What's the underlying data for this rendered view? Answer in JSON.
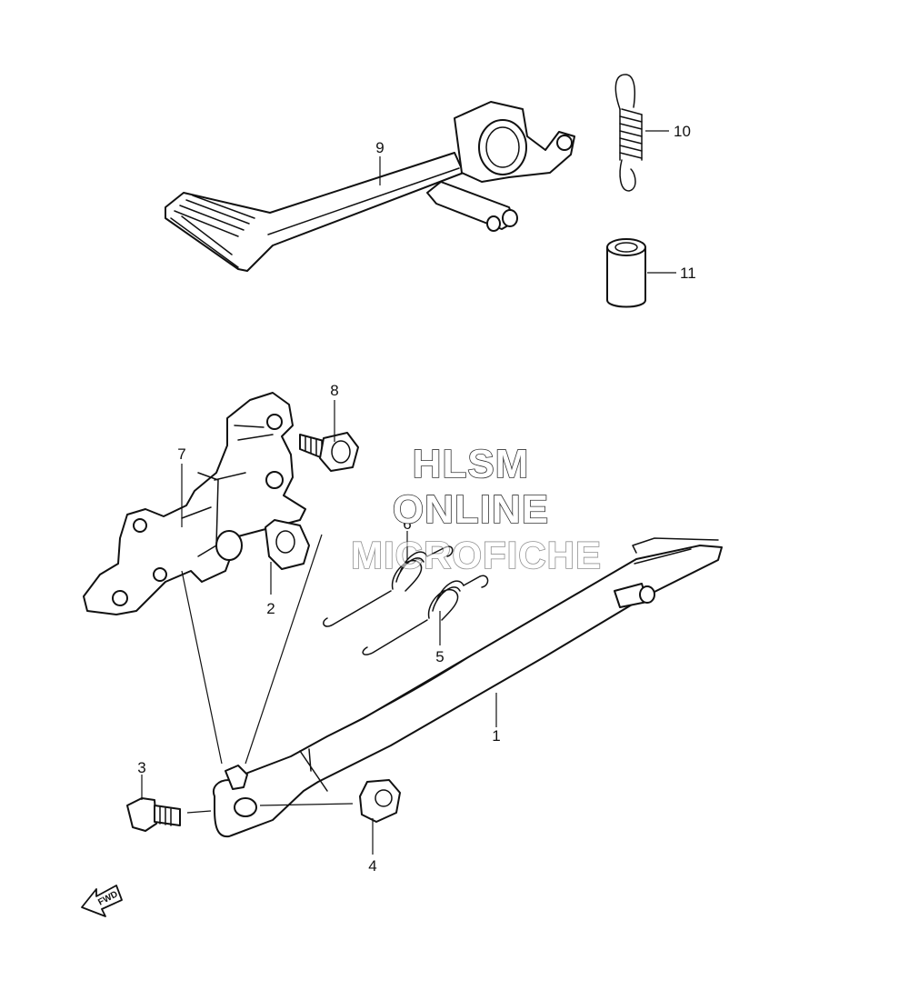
{
  "callouts": [
    {
      "id": "1",
      "part": "side-stand"
    },
    {
      "id": "2",
      "part": "bushing"
    },
    {
      "id": "3",
      "part": "stand-bolt"
    },
    {
      "id": "4",
      "part": "nut"
    },
    {
      "id": "5",
      "part": "spring-inner"
    },
    {
      "id": "6",
      "part": "spring-outer"
    },
    {
      "id": "7",
      "part": "stand-bracket"
    },
    {
      "id": "8",
      "part": "bracket-bolt"
    },
    {
      "id": "9",
      "part": "brake-pedal"
    },
    {
      "id": "10",
      "part": "return-spring"
    },
    {
      "id": "11",
      "part": "pedal-collar"
    }
  ],
  "watermark": {
    "line1": "HLSM",
    "line2": "ONLINE",
    "line3": "MICROFICHE"
  },
  "direction_marker": {
    "label": "FWD",
    "icon": "forward-arrow-icon"
  }
}
